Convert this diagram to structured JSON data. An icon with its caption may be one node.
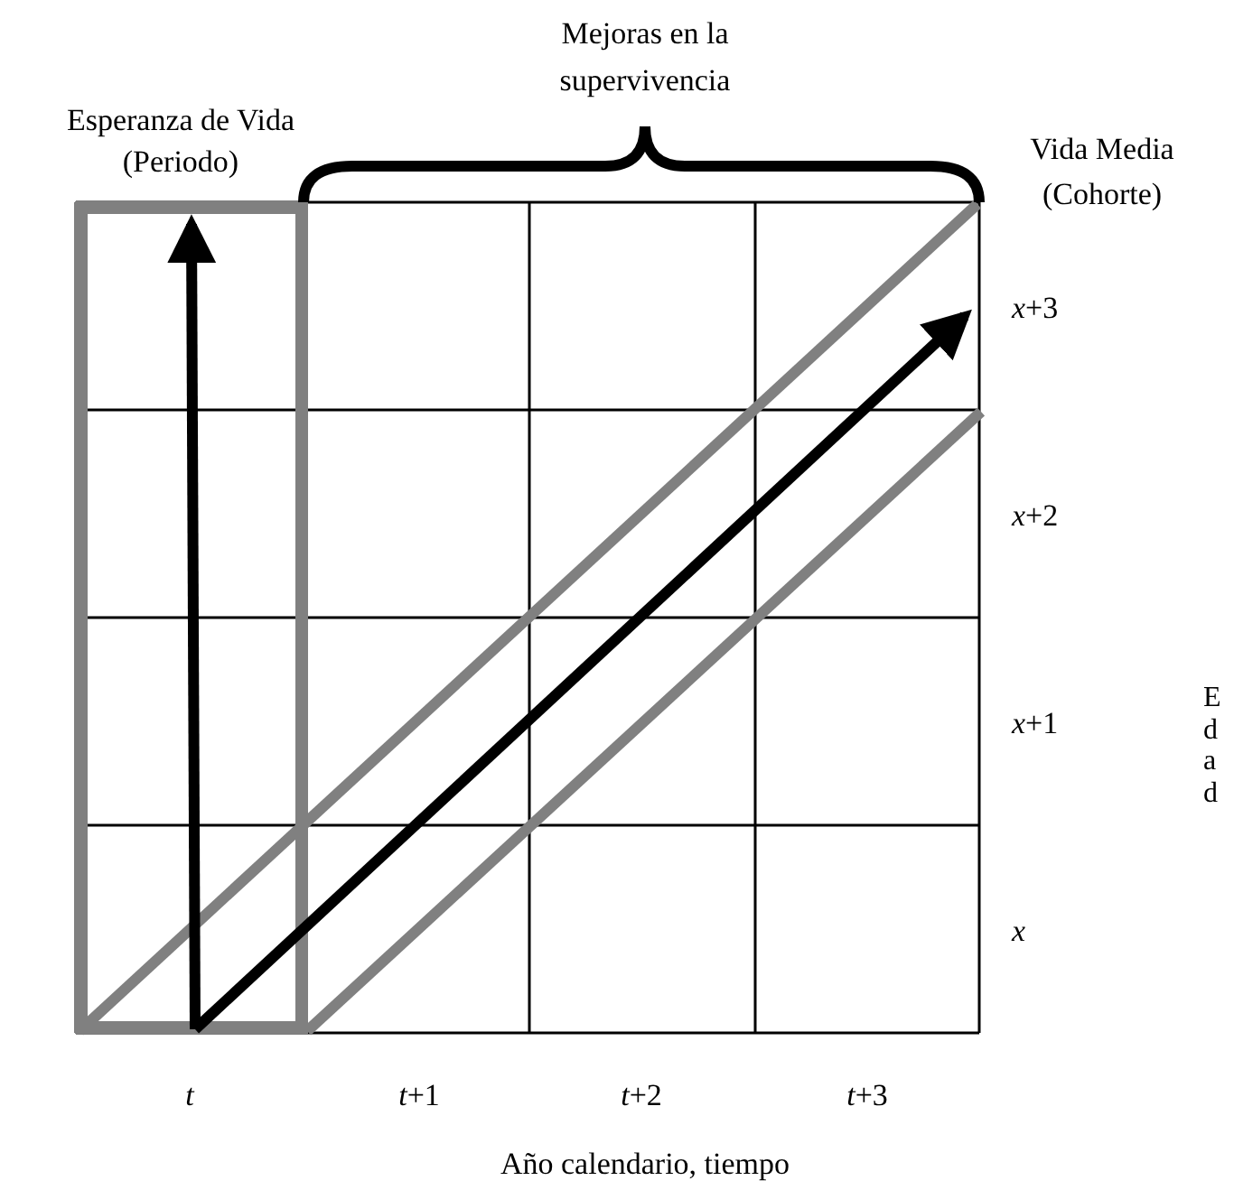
{
  "diagram": {
    "labels": [
      "Esperanza de Vida (Periodo)",
      "Mejoras en la supervivencia",
      "Vida Media (Cohorte)",
      "*x*+3",
      "*x*+2",
      "*x*+1",
      "*x*",
      "Edad",
      "*t*",
      "*t*+1",
      "*t*+2",
      "*t*+3",
      "Año calendario, tiempo"
    ]
  }
}
